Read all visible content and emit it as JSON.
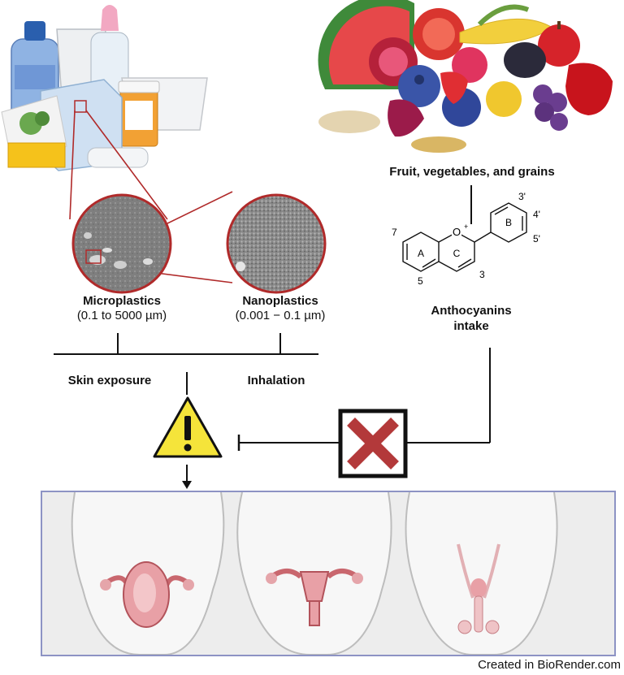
{
  "microplastics": {
    "title": "Microplastics",
    "range": "(0.1 to 5000 µm)"
  },
  "nanoplastics": {
    "title": "Nanoplastics",
    "range": "(0.001 − 0.1 µm)"
  },
  "exposure": {
    "skin": "Skin exposure",
    "inhalation": "Inhalation"
  },
  "food": {
    "caption": "Fruit, vegetables, and grains"
  },
  "anthocyanins": {
    "line1": "Anthocyanins",
    "line2": "intake"
  },
  "molecule": {
    "ring_a": "A",
    "ring_b": "B",
    "ring_c": "C",
    "oxygen": "O",
    "charge": "+",
    "pos_3p": "3'",
    "pos_4p": "4'",
    "pos_5p": "5'",
    "pos_7": "7",
    "pos_5": "5",
    "pos_3": "3"
  },
  "icons": {
    "warning": "warning-icon",
    "blocked": "red-x-icon",
    "plastics": "plastic-containers-illustration",
    "food": "fruit-vegetables-illustration"
  },
  "colors": {
    "warning_fill": "#f5e43a",
    "block_x": "#b3393a",
    "magnifier": "#b02a2a",
    "panel_border": "#8d93c4"
  },
  "credit": "Created in BioRender.com"
}
